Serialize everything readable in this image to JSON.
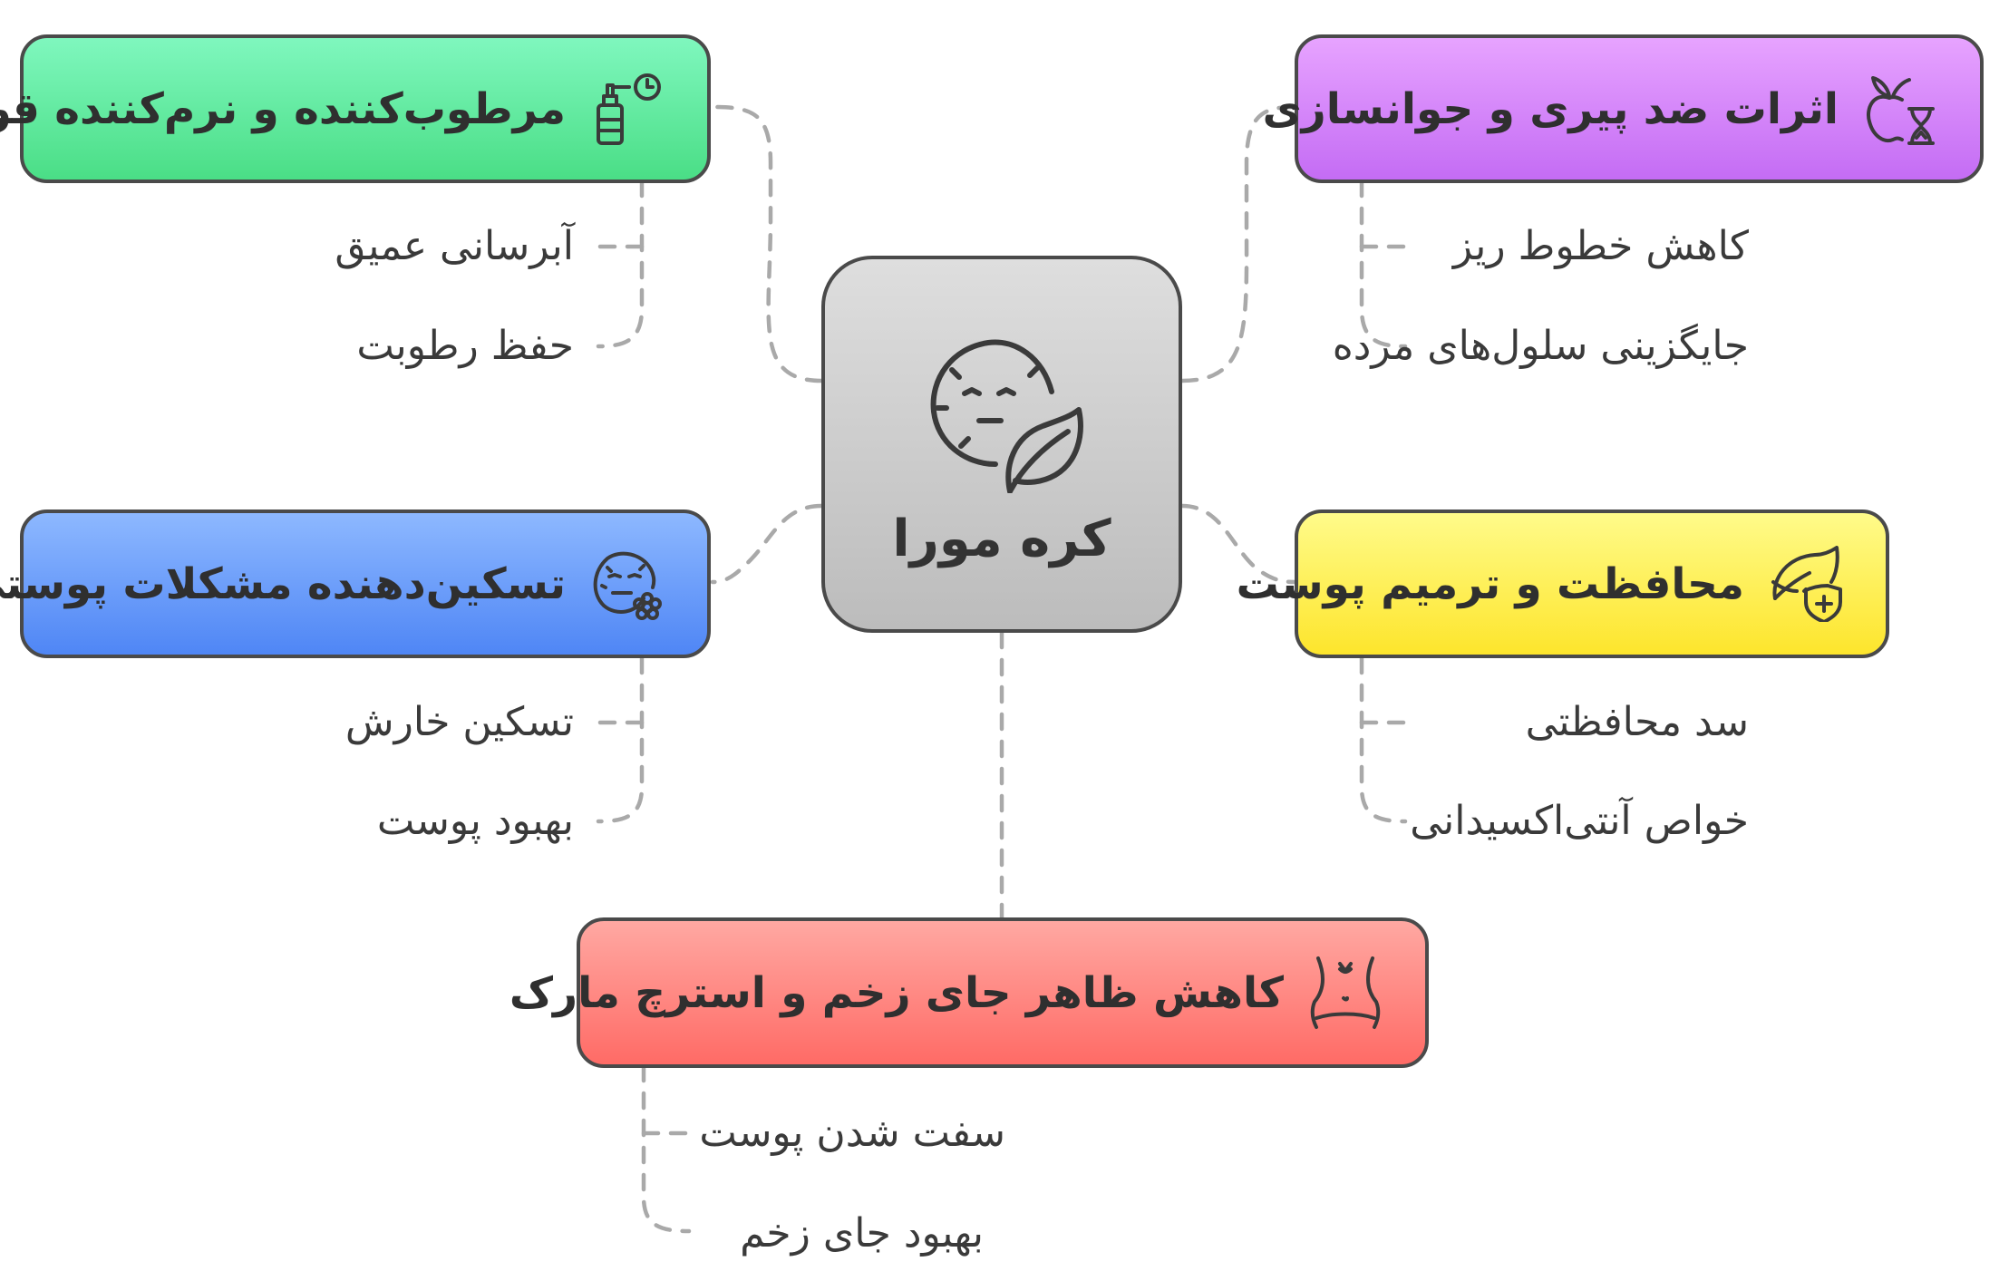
{
  "center": {
    "title": "کره مورا",
    "icon": "face-leaf-icon"
  },
  "branches": {
    "moisturizer": {
      "title": "مرطوب‌کننده و نرم‌کننده قوی",
      "icon": "spray-bottle-icon",
      "color": "#5fe89f",
      "items": [
        "آبرسانی عمیق",
        "حفظ رطوبت"
      ]
    },
    "antiaging": {
      "title": "اثرات ضد پیری و جوانسازی",
      "icon": "apple-hourglass-icon",
      "color": "#d58bf9",
      "items": [
        "کاهش خطوط ریز",
        "جایگزینی سلول‌های مرده"
      ]
    },
    "soothing": {
      "title": "تسکین‌دهنده مشکلات پوستی",
      "icon": "irritated-face-icon",
      "color": "#6c9ffa",
      "items": [
        "تسکین خارش",
        "بهبود پوست"
      ]
    },
    "protection": {
      "title": "محافظت و ترمیم پوست",
      "icon": "leaf-shield-icon",
      "color": "#fef04a",
      "items": [
        "سد محافظتی",
        "خواص آنتی‌اکسیدانی"
      ]
    },
    "scars": {
      "title": "کاهش ظاهر جای زخم و استرچ مارک",
      "icon": "torso-icon",
      "color": "#ff8a85",
      "items": [
        "سفت شدن پوست",
        "بهبود جای زخم"
      ]
    }
  }
}
